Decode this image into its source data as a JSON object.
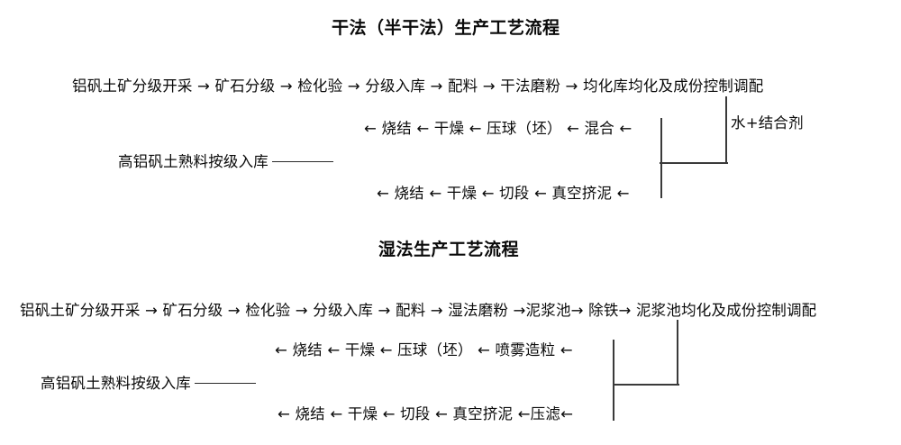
{
  "document": {
    "language": "zh-CN",
    "background_color": "#ffffff",
    "text_color": "#0a0a0a",
    "line_color": "#3a3a3a"
  },
  "dry_process": {
    "title": "干法（半干法）生产工艺流程",
    "row_1": "铝矾土矿分级开采 → 矿石分级 → 检化验 → 分级入库 → 配料 → 干法磨粉 → 均化库均化及成份控制调配",
    "row_2": "← 烧结 ← 干燥 ← 压球（坯） ← 混合 ←",
    "row_3_label": "高铝矾土熟料按级入库",
    "row_4": "← 烧结 ← 干燥 ← 切段 ← 真空挤泥 ←",
    "note": "水+结合剂",
    "steps_main": [
      "铝矾土矿分级开采",
      "矿石分级",
      "检化验",
      "分级入库",
      "配料",
      "干法磨粉",
      "均化库均化及成份控制调配"
    ],
    "steps_branch_upper": [
      "混合",
      "压球（坯）",
      "干燥",
      "烧结"
    ],
    "steps_branch_lower": [
      "真空挤泥",
      "切段",
      "干燥",
      "烧结"
    ],
    "output": "高铝矾土熟料按级入库"
  },
  "wet_process": {
    "title": "湿法生产工艺流程",
    "row_1": "铝矾土矿分级开采 → 矿石分级 → 检化验 → 分级入库 → 配料 → 湿法磨粉 →泥浆池→ 除铁→ 泥浆池均化及成份控制调配",
    "row_2": "← 烧结 ← 干燥 ← 压球（坯） ← 喷雾造粒 ←",
    "row_3_label": "高铝矾土熟料按级入库",
    "row_4": "← 烧结 ← 干燥 ← 切段 ← 真空挤泥 ←压滤←",
    "steps_main": [
      "铝矾土矿分级开采",
      "矿石分级",
      "检化验",
      "分级入库",
      "配料",
      "湿法磨粉",
      "泥浆池",
      "除铁",
      "泥浆池均化及成份控制调配"
    ],
    "steps_branch_upper": [
      "喷雾造粒",
      "压球（坯）",
      "干燥",
      "烧结"
    ],
    "steps_branch_lower": [
      "压滤",
      "真空挤泥",
      "切段",
      "干燥",
      "烧结"
    ],
    "output": "高铝矾土熟料按级入库"
  }
}
